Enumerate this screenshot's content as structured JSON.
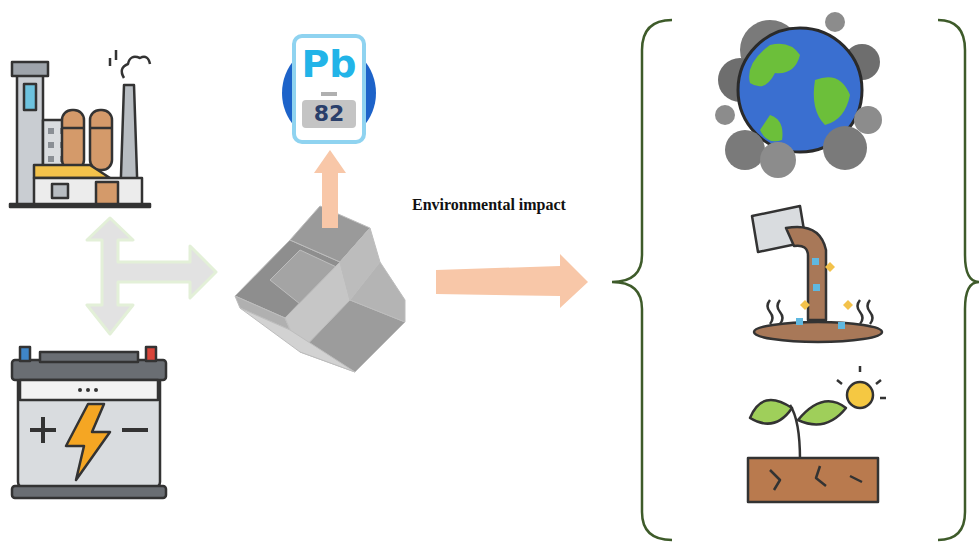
{
  "diagram": {
    "nodes": [
      {
        "text": [
          "Pb",
          "82"
        ]
      }
    ],
    "labels": [
      "Environmental impact"
    ]
  }
}
